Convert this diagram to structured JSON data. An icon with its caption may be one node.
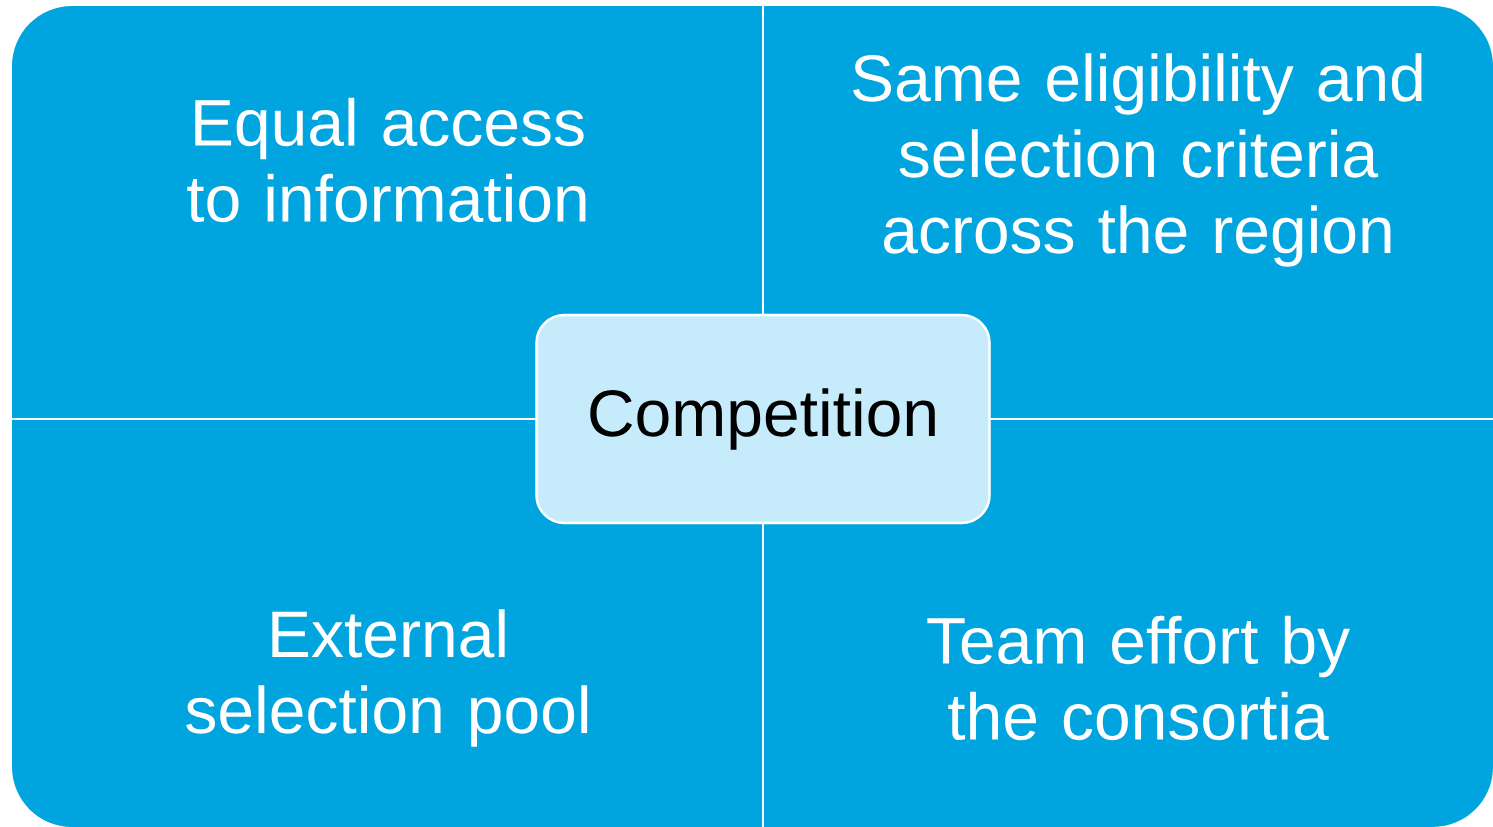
{
  "diagram": {
    "nodes": [
      {
        "text": [
          "Equal access to information"
        ]
      },
      {
        "text": [
          "Same eligibility and selection criteria across the region"
        ]
      },
      {
        "text": [
          "Competition"
        ]
      },
      {
        "text": [
          "External selection pool"
        ]
      },
      {
        "text": [
          "Team effort by the consortia"
        ]
      }
    ]
  }
}
